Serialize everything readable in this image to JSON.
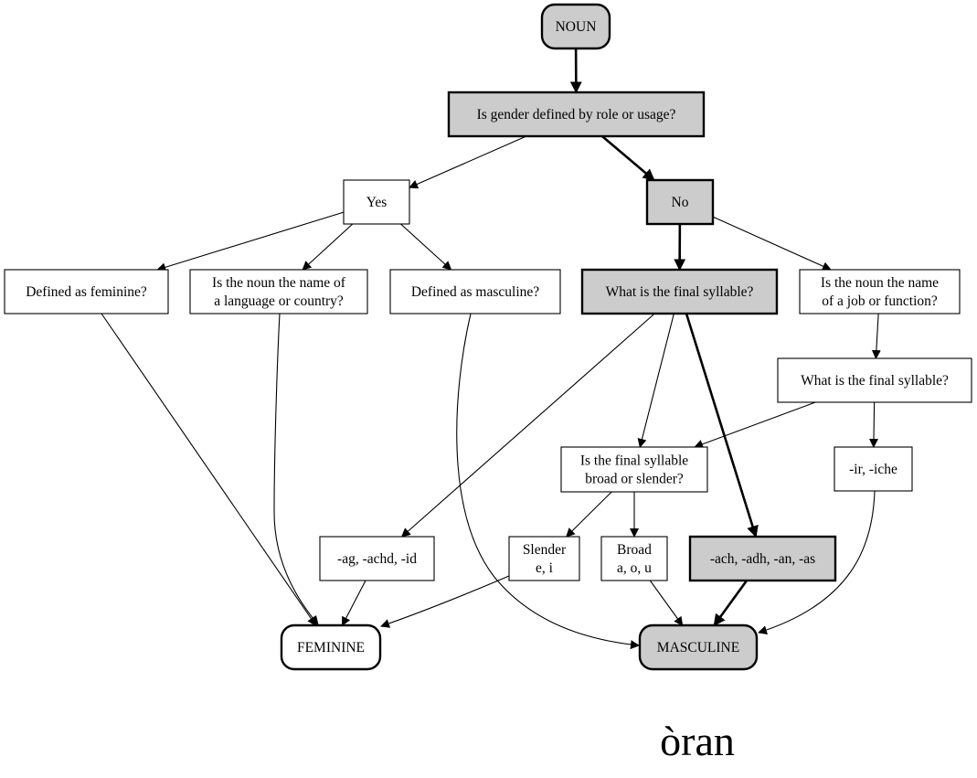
{
  "colors": {
    "highlight_fill": "#cccccc",
    "plain_fill": "#ffffff",
    "stroke": "#000000"
  },
  "nodes": {
    "noun": {
      "lines": [
        "NOUN"
      ],
      "highlight": true,
      "shape": "rounded"
    },
    "q_role": {
      "lines": [
        "Is gender defined by role or usage?"
      ],
      "highlight": true,
      "shape": "box"
    },
    "yes": {
      "lines": [
        "Yes"
      ],
      "highlight": false,
      "shape": "box"
    },
    "no": {
      "lines": [
        "No"
      ],
      "highlight": true,
      "shape": "box"
    },
    "def_fem": {
      "lines": [
        "Defined as feminine?"
      ],
      "highlight": false,
      "shape": "box"
    },
    "lang": {
      "lines": [
        "Is the noun the name of",
        "a language or country?"
      ],
      "highlight": false,
      "shape": "box"
    },
    "def_masc": {
      "lines": [
        "Defined as masculine?"
      ],
      "highlight": false,
      "shape": "box"
    },
    "final1": {
      "lines": [
        "What is the final syllable?"
      ],
      "highlight": true,
      "shape": "box"
    },
    "job": {
      "lines": [
        "Is the noun the name",
        "of a job or function?"
      ],
      "highlight": false,
      "shape": "box"
    },
    "final2": {
      "lines": [
        "What is the final syllable?"
      ],
      "highlight": false,
      "shape": "box"
    },
    "broad_q": {
      "lines": [
        "Is the final syllable",
        "broad or slender?"
      ],
      "highlight": false,
      "shape": "box"
    },
    "ir": {
      "lines": [
        "-ir, -iche"
      ],
      "highlight": false,
      "shape": "box"
    },
    "ag": {
      "lines": [
        "-ag, -achd, -id"
      ],
      "highlight": false,
      "shape": "box"
    },
    "slender": {
      "lines": [
        "Slender",
        "e, i"
      ],
      "highlight": false,
      "shape": "box"
    },
    "broad": {
      "lines": [
        "Broad",
        "a, o, u"
      ],
      "highlight": false,
      "shape": "box"
    },
    "ach": {
      "lines": [
        "-ach, -adh, -an, -as"
      ],
      "highlight": true,
      "shape": "box"
    },
    "feminine": {
      "lines": [
        "FEMININE"
      ],
      "highlight": false,
      "shape": "rounded"
    },
    "masculine": {
      "lines": [
        "MASCULINE"
      ],
      "highlight": true,
      "shape": "rounded"
    }
  },
  "edges": [
    {
      "from": "noun",
      "to": "q_role",
      "bold": true
    },
    {
      "from": "q_role",
      "to": "yes",
      "bold": false
    },
    {
      "from": "q_role",
      "to": "no",
      "bold": true
    },
    {
      "from": "yes",
      "to": "def_fem",
      "bold": false
    },
    {
      "from": "yes",
      "to": "lang",
      "bold": false
    },
    {
      "from": "yes",
      "to": "def_masc",
      "bold": false
    },
    {
      "from": "no",
      "to": "final1",
      "bold": true
    },
    {
      "from": "no",
      "to": "job",
      "bold": false
    },
    {
      "from": "job",
      "to": "final2",
      "bold": false
    },
    {
      "from": "final1",
      "to": "ag",
      "bold": false
    },
    {
      "from": "final1",
      "to": "broad_q",
      "bold": false
    },
    {
      "from": "final1",
      "to": "ach",
      "bold": true
    },
    {
      "from": "final2",
      "to": "broad_q",
      "bold": false
    },
    {
      "from": "final2",
      "to": "ir",
      "bold": false
    },
    {
      "from": "broad_q",
      "to": "slender",
      "bold": false
    },
    {
      "from": "broad_q",
      "to": "broad",
      "bold": false
    },
    {
      "from": "def_fem",
      "to": "feminine",
      "bold": false
    },
    {
      "from": "lang",
      "to": "feminine",
      "bold": false
    },
    {
      "from": "def_masc",
      "to": "masculine",
      "bold": false
    },
    {
      "from": "ag",
      "to": "feminine",
      "bold": false
    },
    {
      "from": "slender",
      "to": "feminine",
      "bold": false
    },
    {
      "from": "broad",
      "to": "masculine",
      "bold": false
    },
    {
      "from": "ach",
      "to": "masculine",
      "bold": true
    },
    {
      "from": "ir",
      "to": "masculine",
      "bold": false
    }
  ],
  "word": "òran"
}
